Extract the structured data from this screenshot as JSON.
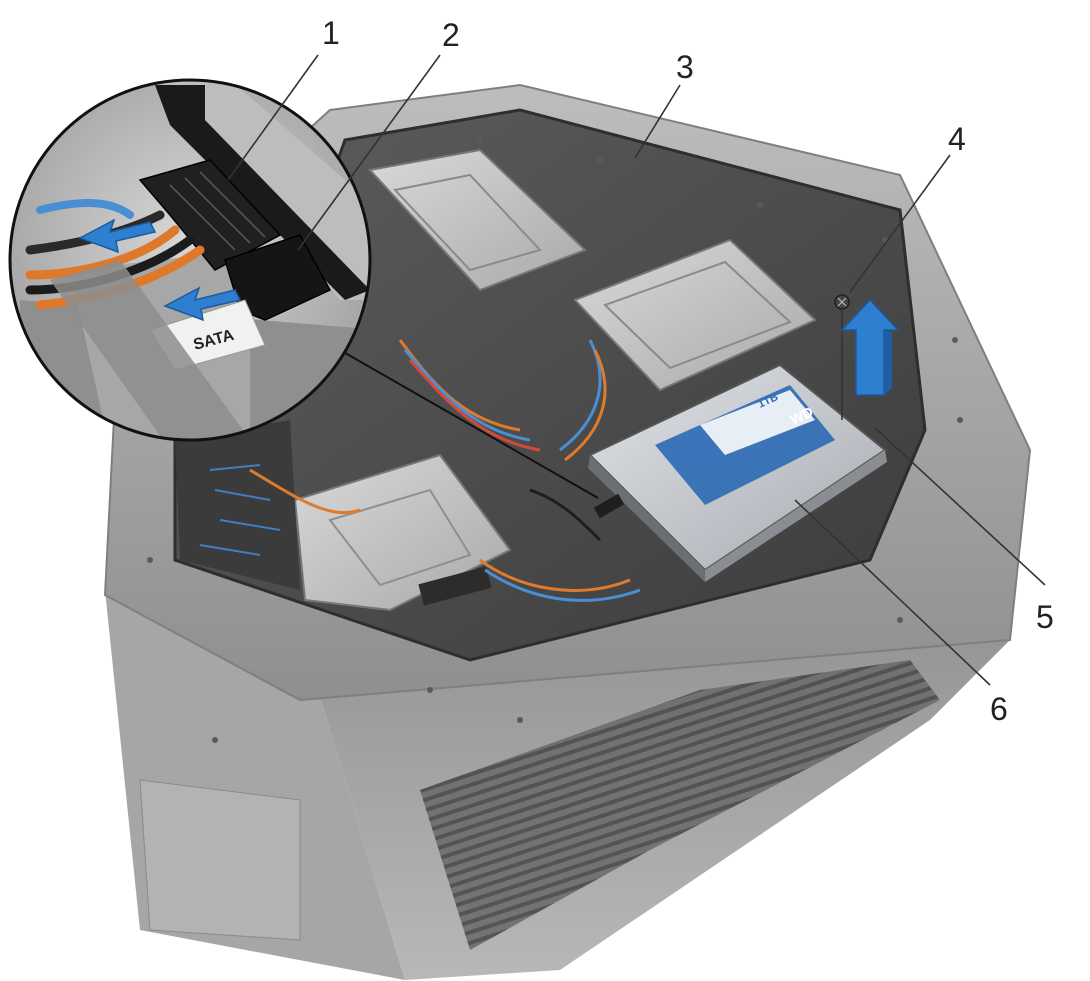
{
  "figure": {
    "callouts": [
      {
        "id": "1",
        "text": "1"
      },
      {
        "id": "2",
        "text": "2"
      },
      {
        "id": "3",
        "text": "3"
      },
      {
        "id": "4",
        "text": "4"
      },
      {
        "id": "5",
        "text": "5"
      },
      {
        "id": "6",
        "text": "6"
      }
    ],
    "inset_cable_label": "SATA",
    "hdd_brand_text": "WD",
    "hdd_capacity_text": "1TB"
  },
  "colors": {
    "chassis": "#9a9a9a",
    "chassis_dark": "#6f6f6f",
    "interior": "#4a4a4a",
    "arrow": "#2f7fd1",
    "hdd_label": "#2f6db5",
    "hdd_body": "#c9ccd0",
    "connector": "#1e1e1e"
  }
}
